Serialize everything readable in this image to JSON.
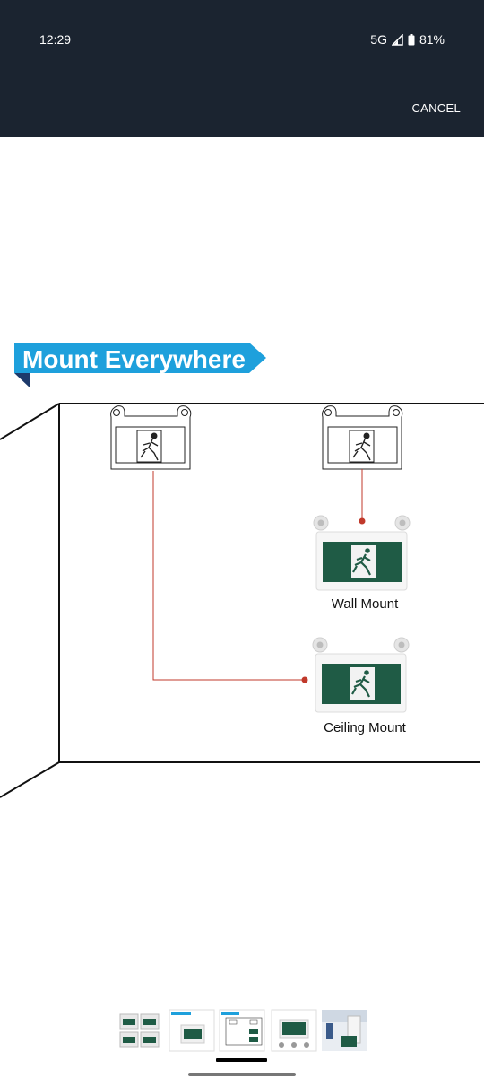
{
  "status_bar": {
    "time": "12:29",
    "network": "5G",
    "battery": "81%",
    "icons": [
      "signal-icon",
      "battery-icon"
    ]
  },
  "toolbar": {
    "cancel_label": "CANCEL"
  },
  "image": {
    "banner_title": "Mount Everywhere",
    "wall_mount_label": "Wall Mount",
    "ceiling_mount_label": "Ceiling Mount",
    "colors": {
      "banner_blue": "#1ea0dc",
      "banner_dark": "#1d3a6b",
      "sign_green": "#1f5b45",
      "connector_red": "#c0392b"
    }
  },
  "thumbnails": {
    "count": 5,
    "selected_index": 2
  }
}
